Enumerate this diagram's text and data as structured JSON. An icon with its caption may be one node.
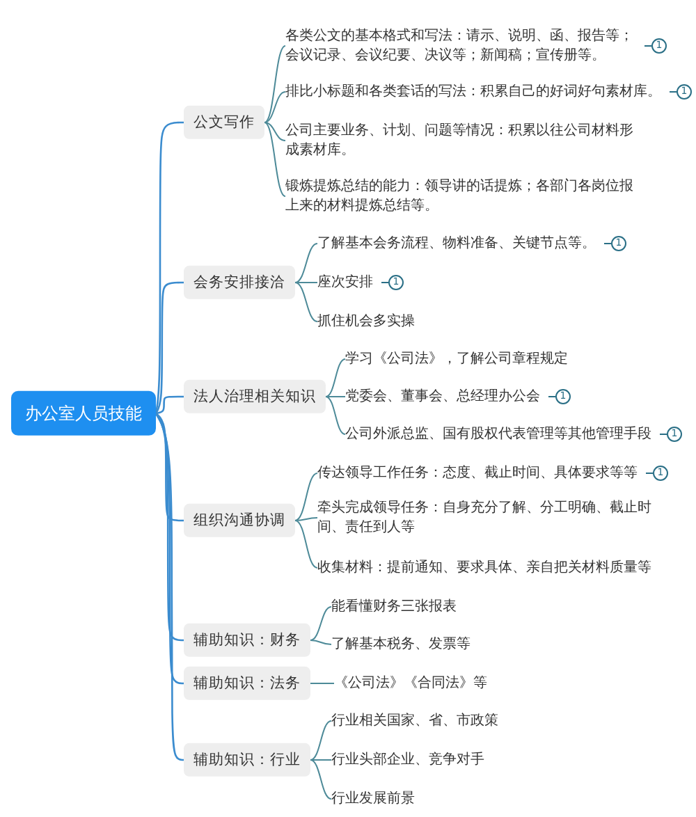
{
  "diagram": {
    "nodes": [
      {
        "text": [
          "办公室人员技能"
        ]
      },
      {
        "text": [
          "公文写作"
        ]
      },
      {
        "text": [
          "各类公文的基本格式和写法：请示、说明、函、报告等；会议记录、会议纪要、决议等；新闻稿；宣传册等。"
        ],
        "beside": [
          "1"
        ]
      },
      {
        "text": [
          "排比小标题和各类套话的写法：积累自己的好词好句素材库。"
        ],
        "beside": [
          "1"
        ]
      },
      {
        "text": [
          "公司主要业务、计划、问题等情况：积累以往公司材料形成素材库。"
        ]
      },
      {
        "text": [
          "锻炼提炼总结的能力：领导讲的话提炼；各部门各岗位报上来的材料提炼总结等。"
        ]
      },
      {
        "text": [
          "会务安排接洽"
        ]
      },
      {
        "text": [
          "了解基本会务流程、物料准备、关键节点等。"
        ],
        "beside": [
          "1"
        ]
      },
      {
        "text": [
          "座次安排"
        ],
        "beside": [
          "1"
        ]
      },
      {
        "text": [
          "抓住机会多实操"
        ]
      },
      {
        "text": [
          "法人治理相关知识"
        ]
      },
      {
        "text": [
          "学习《公司法》，了解公司章程规定"
        ]
      },
      {
        "text": [
          "党委会、董事会、总经理办公会"
        ],
        "beside": [
          "1"
        ]
      },
      {
        "text": [
          "公司外派总监、国有股权代表管理等其他管理手段"
        ],
        "beside": [
          "1"
        ]
      },
      {
        "text": [
          "组织沟通协调"
        ]
      },
      {
        "text": [
          "传达领导工作任务：态度、截止时间、具体要求等等"
        ],
        "beside": [
          "1"
        ]
      },
      {
        "text": [
          "牵头完成领导任务：自身充分了解、分工明确、截止时间、责任到人等"
        ]
      },
      {
        "text": [
          "收集材料：提前通知、要求具体、亲自把关材料质量等"
        ]
      },
      {
        "text": [
          "辅助知识：财务"
        ]
      },
      {
        "text": [
          "能看懂财务三张报表"
        ]
      },
      {
        "text": [
          "了解基本税务、发票等"
        ]
      },
      {
        "text": [
          "辅助知识：法务"
        ]
      },
      {
        "text": [
          "《公司法》《合同法》等"
        ]
      },
      {
        "text": [
          "辅助知识：行业"
        ]
      },
      {
        "text": [
          "行业相关国家、省、市政策"
        ]
      },
      {
        "text": [
          "行业头部企业、竞争对手"
        ]
      },
      {
        "text": [
          "行业发展前景"
        ]
      }
    ],
    "edges": [
      {
        "from": 0,
        "to": 1,
        "arrow": "none"
      },
      {
        "from": 0,
        "to": 6,
        "arrow": "none"
      },
      {
        "from": 0,
        "to": 10,
        "arrow": "none"
      },
      {
        "from": 0,
        "to": 14,
        "arrow": "none"
      },
      {
        "from": 0,
        "to": 18,
        "arrow": "none"
      },
      {
        "from": 0,
        "to": 21,
        "arrow": "none"
      },
      {
        "from": 0,
        "to": 23,
        "arrow": "none"
      },
      {
        "from": 1,
        "to": 2,
        "arrow": "none"
      },
      {
        "from": 1,
        "to": 3,
        "arrow": "none"
      },
      {
        "from": 1,
        "to": 4,
        "arrow": "none"
      },
      {
        "from": 1,
        "to": 5,
        "arrow": "none"
      },
      {
        "from": 6,
        "to": 7,
        "arrow": "none"
      },
      {
        "from": 6,
        "to": 8,
        "arrow": "none"
      },
      {
        "from": 6,
        "to": 9,
        "arrow": "none"
      },
      {
        "from": 10,
        "to": 11,
        "arrow": "none"
      },
      {
        "from": 10,
        "to": 12,
        "arrow": "none"
      },
      {
        "from": 10,
        "to": 13,
        "arrow": "none"
      },
      {
        "from": 14,
        "to": 15,
        "arrow": "none"
      },
      {
        "from": 14,
        "to": 16,
        "arrow": "none"
      },
      {
        "from": 14,
        "to": 17,
        "arrow": "none"
      },
      {
        "from": 18,
        "to": 19,
        "arrow": "none"
      },
      {
        "from": 18,
        "to": 20,
        "arrow": "none"
      },
      {
        "from": 21,
        "to": 22,
        "arrow": "none"
      },
      {
        "from": 23,
        "to": 24,
        "arrow": "none"
      },
      {
        "from": 23,
        "to": 25,
        "arrow": "none"
      },
      {
        "from": 23,
        "to": 26,
        "arrow": "none"
      }
    ]
  }
}
